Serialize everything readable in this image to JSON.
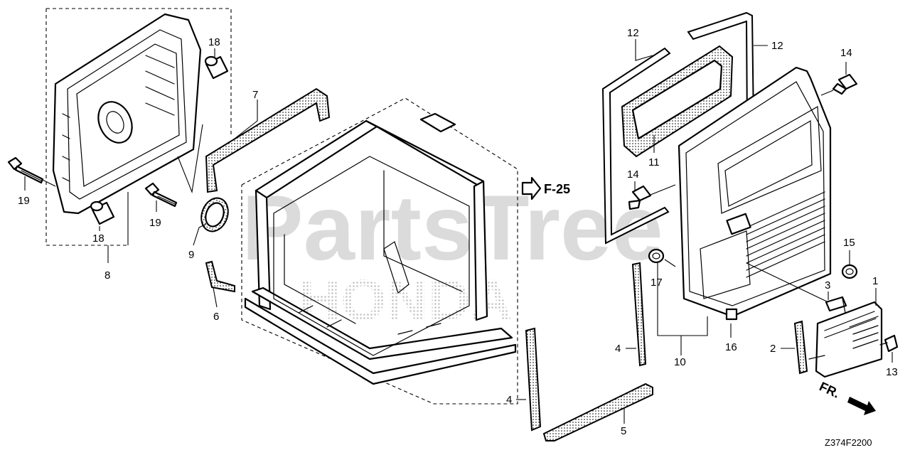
{
  "watermark": {
    "brand": "PartsTree",
    "maker": "HONDA",
    "color": "#c8c8c8"
  },
  "diagram_code": "Z374F2200",
  "reference_arrow": {
    "label": "F-25"
  },
  "front_arrow": {
    "label": "FR."
  },
  "callouts": {
    "c1": "1",
    "c2": "2",
    "c3": "3",
    "c4a": "4",
    "c4b": "4",
    "c5": "5",
    "c6": "6",
    "c7": "7",
    "c8": "8",
    "c9": "9",
    "c10": "10",
    "c11": "11",
    "c12a": "12",
    "c12b": "12",
    "c13": "13",
    "c14a": "14",
    "c14b": "14",
    "c15": "15",
    "c16": "16",
    "c17": "17",
    "c18a": "18",
    "c18b": "18",
    "c19a": "19",
    "c19b": "19"
  }
}
